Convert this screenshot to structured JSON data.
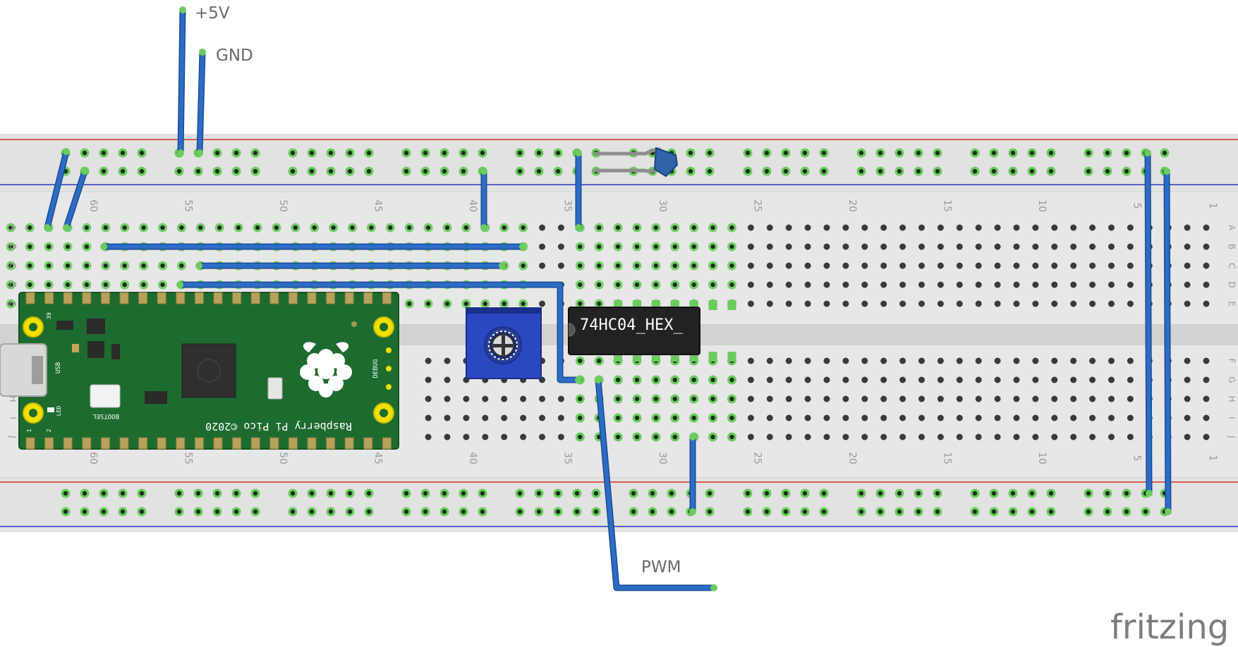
{
  "labels": {
    "plus5v": "+5V",
    "gnd": "GND",
    "pwm": "PWM",
    "watermark": "fritzing"
  },
  "breadboard": {
    "column_numbers": [
      "60",
      "55",
      "50",
      "45",
      "40",
      "35",
      "30",
      "25",
      "20",
      "15",
      "10",
      "5",
      "1"
    ],
    "rows_top": [
      "A",
      "B",
      "C",
      "D",
      "E"
    ],
    "rows_bottom": [
      "F",
      "G",
      "H",
      "I",
      "J"
    ]
  },
  "pico": {
    "silk_brand": "Raspberry Pi Pico ©2020",
    "silk_bootsel": "BOOTSEL",
    "silk_usb": "USB",
    "silk_debug": "DEBUG",
    "silk_led": "LED",
    "pin_39": "39",
    "pin_1": "1",
    "pin_2": "2"
  },
  "ic": {
    "label": "74HC04_HEX_"
  },
  "colors": {
    "wire": "#2c6cc4",
    "wire_edge": "#1a4c94",
    "board": "#e6e6e6",
    "rail_red": "#d4302a",
    "rail_blue": "#2838c8",
    "hole": "#3a3a3a",
    "connected": "#6ccb5f",
    "pico_pcb": "#1e6b2f",
    "pad_gold": "#f2e100"
  }
}
